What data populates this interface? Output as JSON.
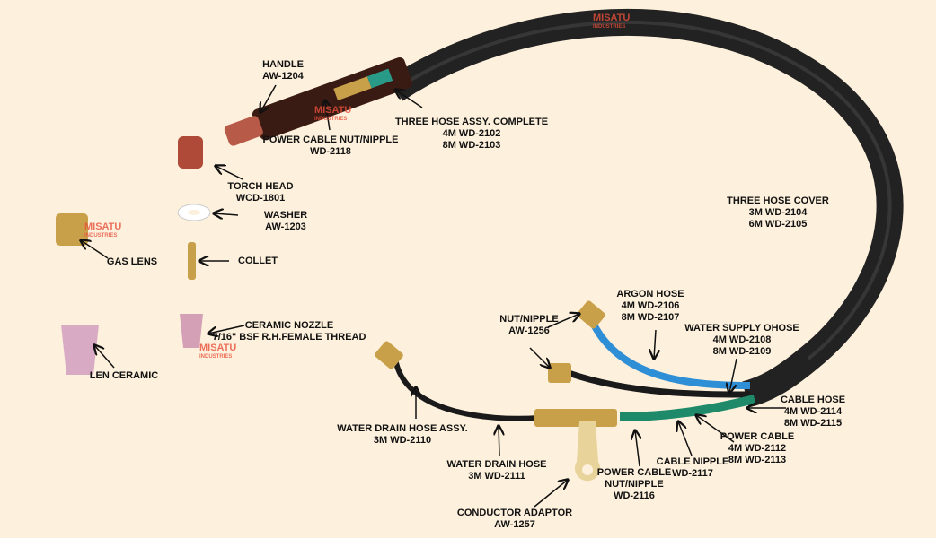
{
  "watermark": {
    "brand": "MISATU",
    "sub": "INDUSTRIES"
  },
  "labels": [
    {
      "id": "handle",
      "lines": [
        "HANDLE",
        "AW-1204"
      ]
    },
    {
      "id": "power-cable-nut-nipple-top",
      "lines": [
        "POWER CABLE NUT/NIPPLE",
        "WD-2118"
      ]
    },
    {
      "id": "three-hose-assy",
      "lines": [
        "THREE HOSE ASSY. COMPLETE",
        "4M WD-2102",
        "8M WD-2103"
      ]
    },
    {
      "id": "torch-head",
      "lines": [
        "TORCH HEAD",
        "WCD-1801"
      ]
    },
    {
      "id": "washer",
      "lines": [
        "WASHER",
        "AW-1203"
      ]
    },
    {
      "id": "gas-lens",
      "lines": [
        "GAS LENS"
      ]
    },
    {
      "id": "collet",
      "lines": [
        "COLLET"
      ]
    },
    {
      "id": "ceramic-nozzle",
      "lines": [
        "CERAMIC NOZZLE",
        "7/16\" BSF R.H.FEMALE THREAD"
      ]
    },
    {
      "id": "len-ceramic",
      "lines": [
        "LEN CERAMIC"
      ]
    },
    {
      "id": "three-hose-cover",
      "lines": [
        "THREE HOSE COVER",
        "3M WD-2104",
        "6M WD-2105"
      ]
    },
    {
      "id": "argon-hose",
      "lines": [
        "ARGON HOSE",
        "4M WD-2106",
        "8M WD-2107"
      ]
    },
    {
      "id": "nut-nipple",
      "lines": [
        "NUT/NIPPLE",
        "AW-1256"
      ]
    },
    {
      "id": "water-supply-hose",
      "lines": [
        "WATER SUPPLY OHOSE",
        "4M WD-2108",
        "8M WD-2109"
      ]
    },
    {
      "id": "cable-hose",
      "lines": [
        "CABLE HOSE",
        "4M WD-2114",
        "8M WD-2115"
      ]
    },
    {
      "id": "power-cable",
      "lines": [
        "POWER CABLE",
        "4M WD-2112",
        "8M WD-2113"
      ]
    },
    {
      "id": "cable-nipple",
      "lines": [
        "CABLE NIPPLE",
        "WD-2117"
      ]
    },
    {
      "id": "power-cable-nut-nipple",
      "lines": [
        "POWER CABLE",
        "NUT/NIPPLE",
        "WD-2116"
      ]
    },
    {
      "id": "water-drain-hose-assy",
      "lines": [
        "WATER DRAIN HOSE ASSY.",
        "3M WD-2110"
      ]
    },
    {
      "id": "water-drain-hose",
      "lines": [
        "WATER DRAIN HOSE",
        "3M WD-2111"
      ]
    },
    {
      "id": "conductor-adaptor",
      "lines": [
        "CONDUCTOR ADAPTOR",
        "AW-1257"
      ]
    }
  ]
}
